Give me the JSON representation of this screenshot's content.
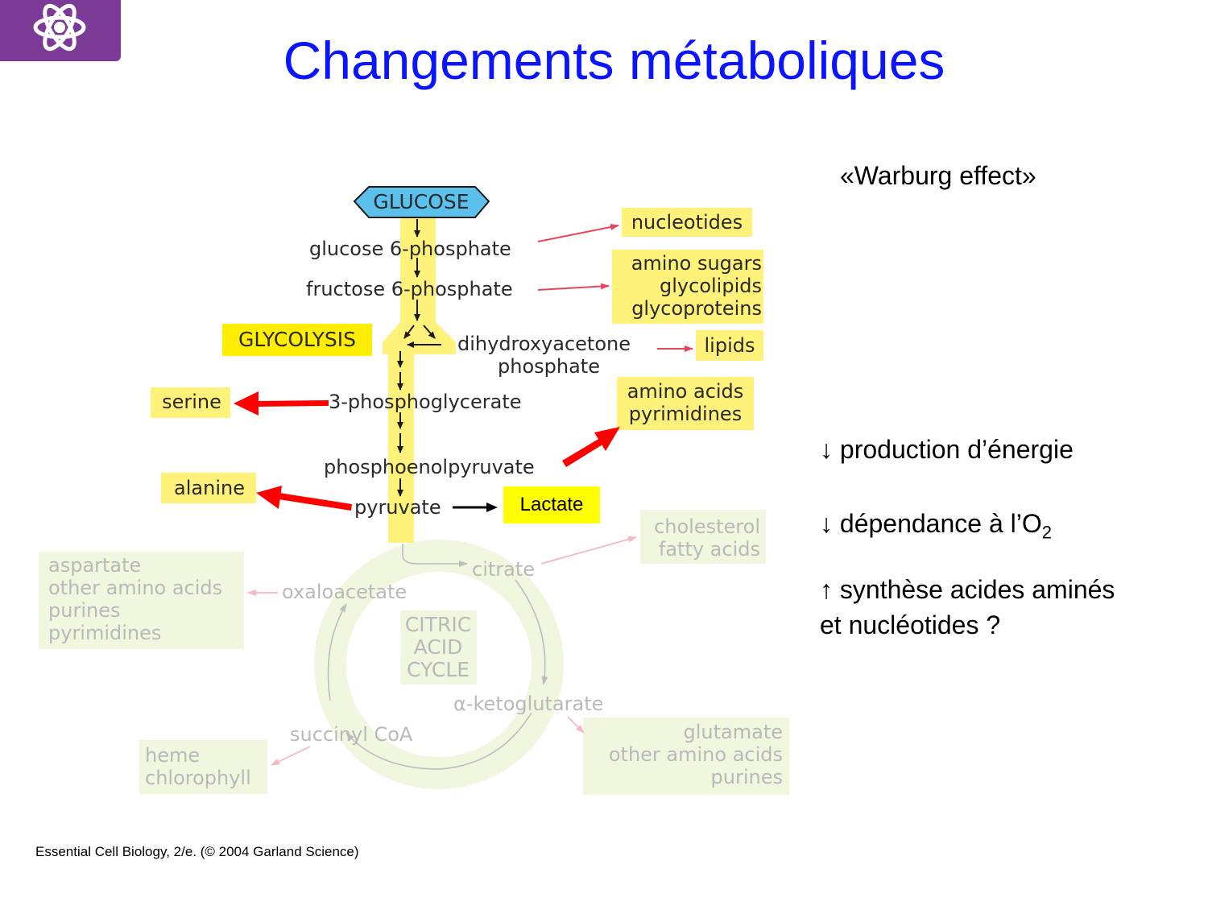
{
  "slide": {
    "title": "Changements métaboliques",
    "logo_icon": "atom-icon",
    "warburg": "«Warburg effect»",
    "bullet_1": "↓ production d’énergie",
    "bullet_2_prefix": "↓ dépendance à l’O",
    "bullet_2_sub": "2",
    "bullet_3_line1": "↑ synthèse acides aminés",
    "bullet_3_line2": "et nucléotides ?",
    "credit": "Essential Cell Biology, 2/e. (© 2004 Garland Science)"
  },
  "diagram": {
    "glucose": "GLUCOSE",
    "glycolysis": "GLYCOLYSIS",
    "glucose_6_phosphate": "glucose 6-phosphate",
    "fructose_6_phosphate": "fructose 6-phosphate",
    "dihydroxyacetone_line1": "dihydroxyacetone",
    "dihydroxyacetone_line2": "phosphate",
    "phosphoglycerate": "3-phosphoglycerate",
    "phosphoenolpyruvate": "phosphoenolpyruvate",
    "pyruvate": "pyruvate",
    "lactate": "Lactate",
    "nucleotides": "nucleotides",
    "amino_sugars": [
      "amino sugars",
      "glycolipids",
      "glycoproteins"
    ],
    "lipids": "lipids",
    "amino_acids_pyrimidines": [
      "amino acids",
      "pyrimidines"
    ],
    "serine": "serine",
    "alanine": "alanine",
    "cholesterol": [
      "cholesterol",
      "fatty acids"
    ],
    "citrate": "citrate",
    "oxaloacetate": "oxaloacetate",
    "citric_acid_cycle": [
      "CITRIC",
      "ACID",
      "CYCLE"
    ],
    "ketoglutarate": "α-ketoglutarate",
    "succinyl_coa": "succinyl CoA",
    "aspartate_box": [
      "aspartate",
      "other amino acids",
      "purines",
      "pyrimidines"
    ],
    "heme_box": [
      "heme",
      "chlorophyll"
    ],
    "glutamate_box": [
      "glutamate",
      "other amino acids",
      "purines"
    ]
  },
  "colors": {
    "title": "#0a14ff",
    "logo": "#7b3a96",
    "glucose_fill": "#5bc0eb",
    "highlight": "#fff27a",
    "highlight_faded": "#f1f6df",
    "red_arrow": "#ff0000",
    "pink_arrow": "#e8445a",
    "lactate": "#ffff00"
  }
}
